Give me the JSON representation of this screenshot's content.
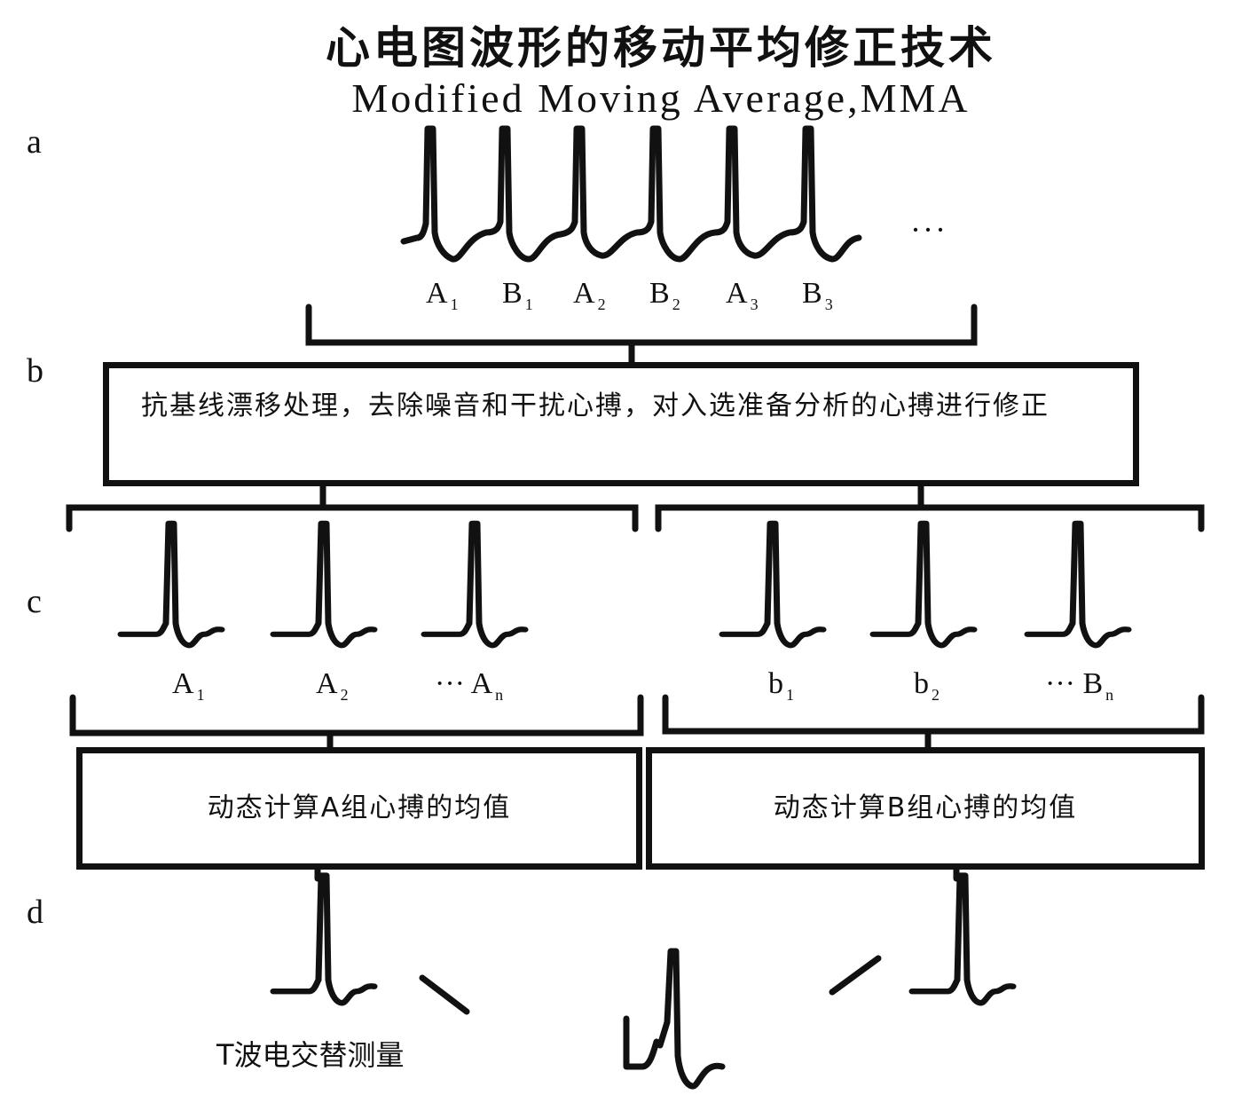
{
  "title": {
    "zh": "心电图波形的移动平均修正技术",
    "en": "Modified Moving Average,MMA"
  },
  "steps": {
    "a": "a",
    "b": "b",
    "c": "c",
    "d": "d"
  },
  "sequence_labels": [
    {
      "base": "A",
      "sub": "1"
    },
    {
      "base": "B",
      "sub": "1"
    },
    {
      "base": "A",
      "sub": "2"
    },
    {
      "base": "B",
      "sub": "2"
    },
    {
      "base": "A",
      "sub": "3"
    },
    {
      "base": "B",
      "sub": "3"
    }
  ],
  "ellipsis": "···",
  "processing_box": "抗基线漂移处理，去除噪音和干扰心搏，对入选准备分析的心搏进行修正",
  "group_a_labels": [
    {
      "base": "A",
      "sub": "1"
    },
    {
      "base": "A",
      "sub": "2"
    },
    {
      "base": "··· A",
      "sub": "n"
    }
  ],
  "group_b_labels": [
    {
      "base": "b",
      "sub": "1"
    },
    {
      "base": "b",
      "sub": "2"
    },
    {
      "base": "··· B",
      "sub": "n"
    }
  ],
  "average_a_box": "动态计算A组心搏的均值",
  "average_b_box": "动态计算B组心搏的均值",
  "measurement_label": "T波电交替测量"
}
